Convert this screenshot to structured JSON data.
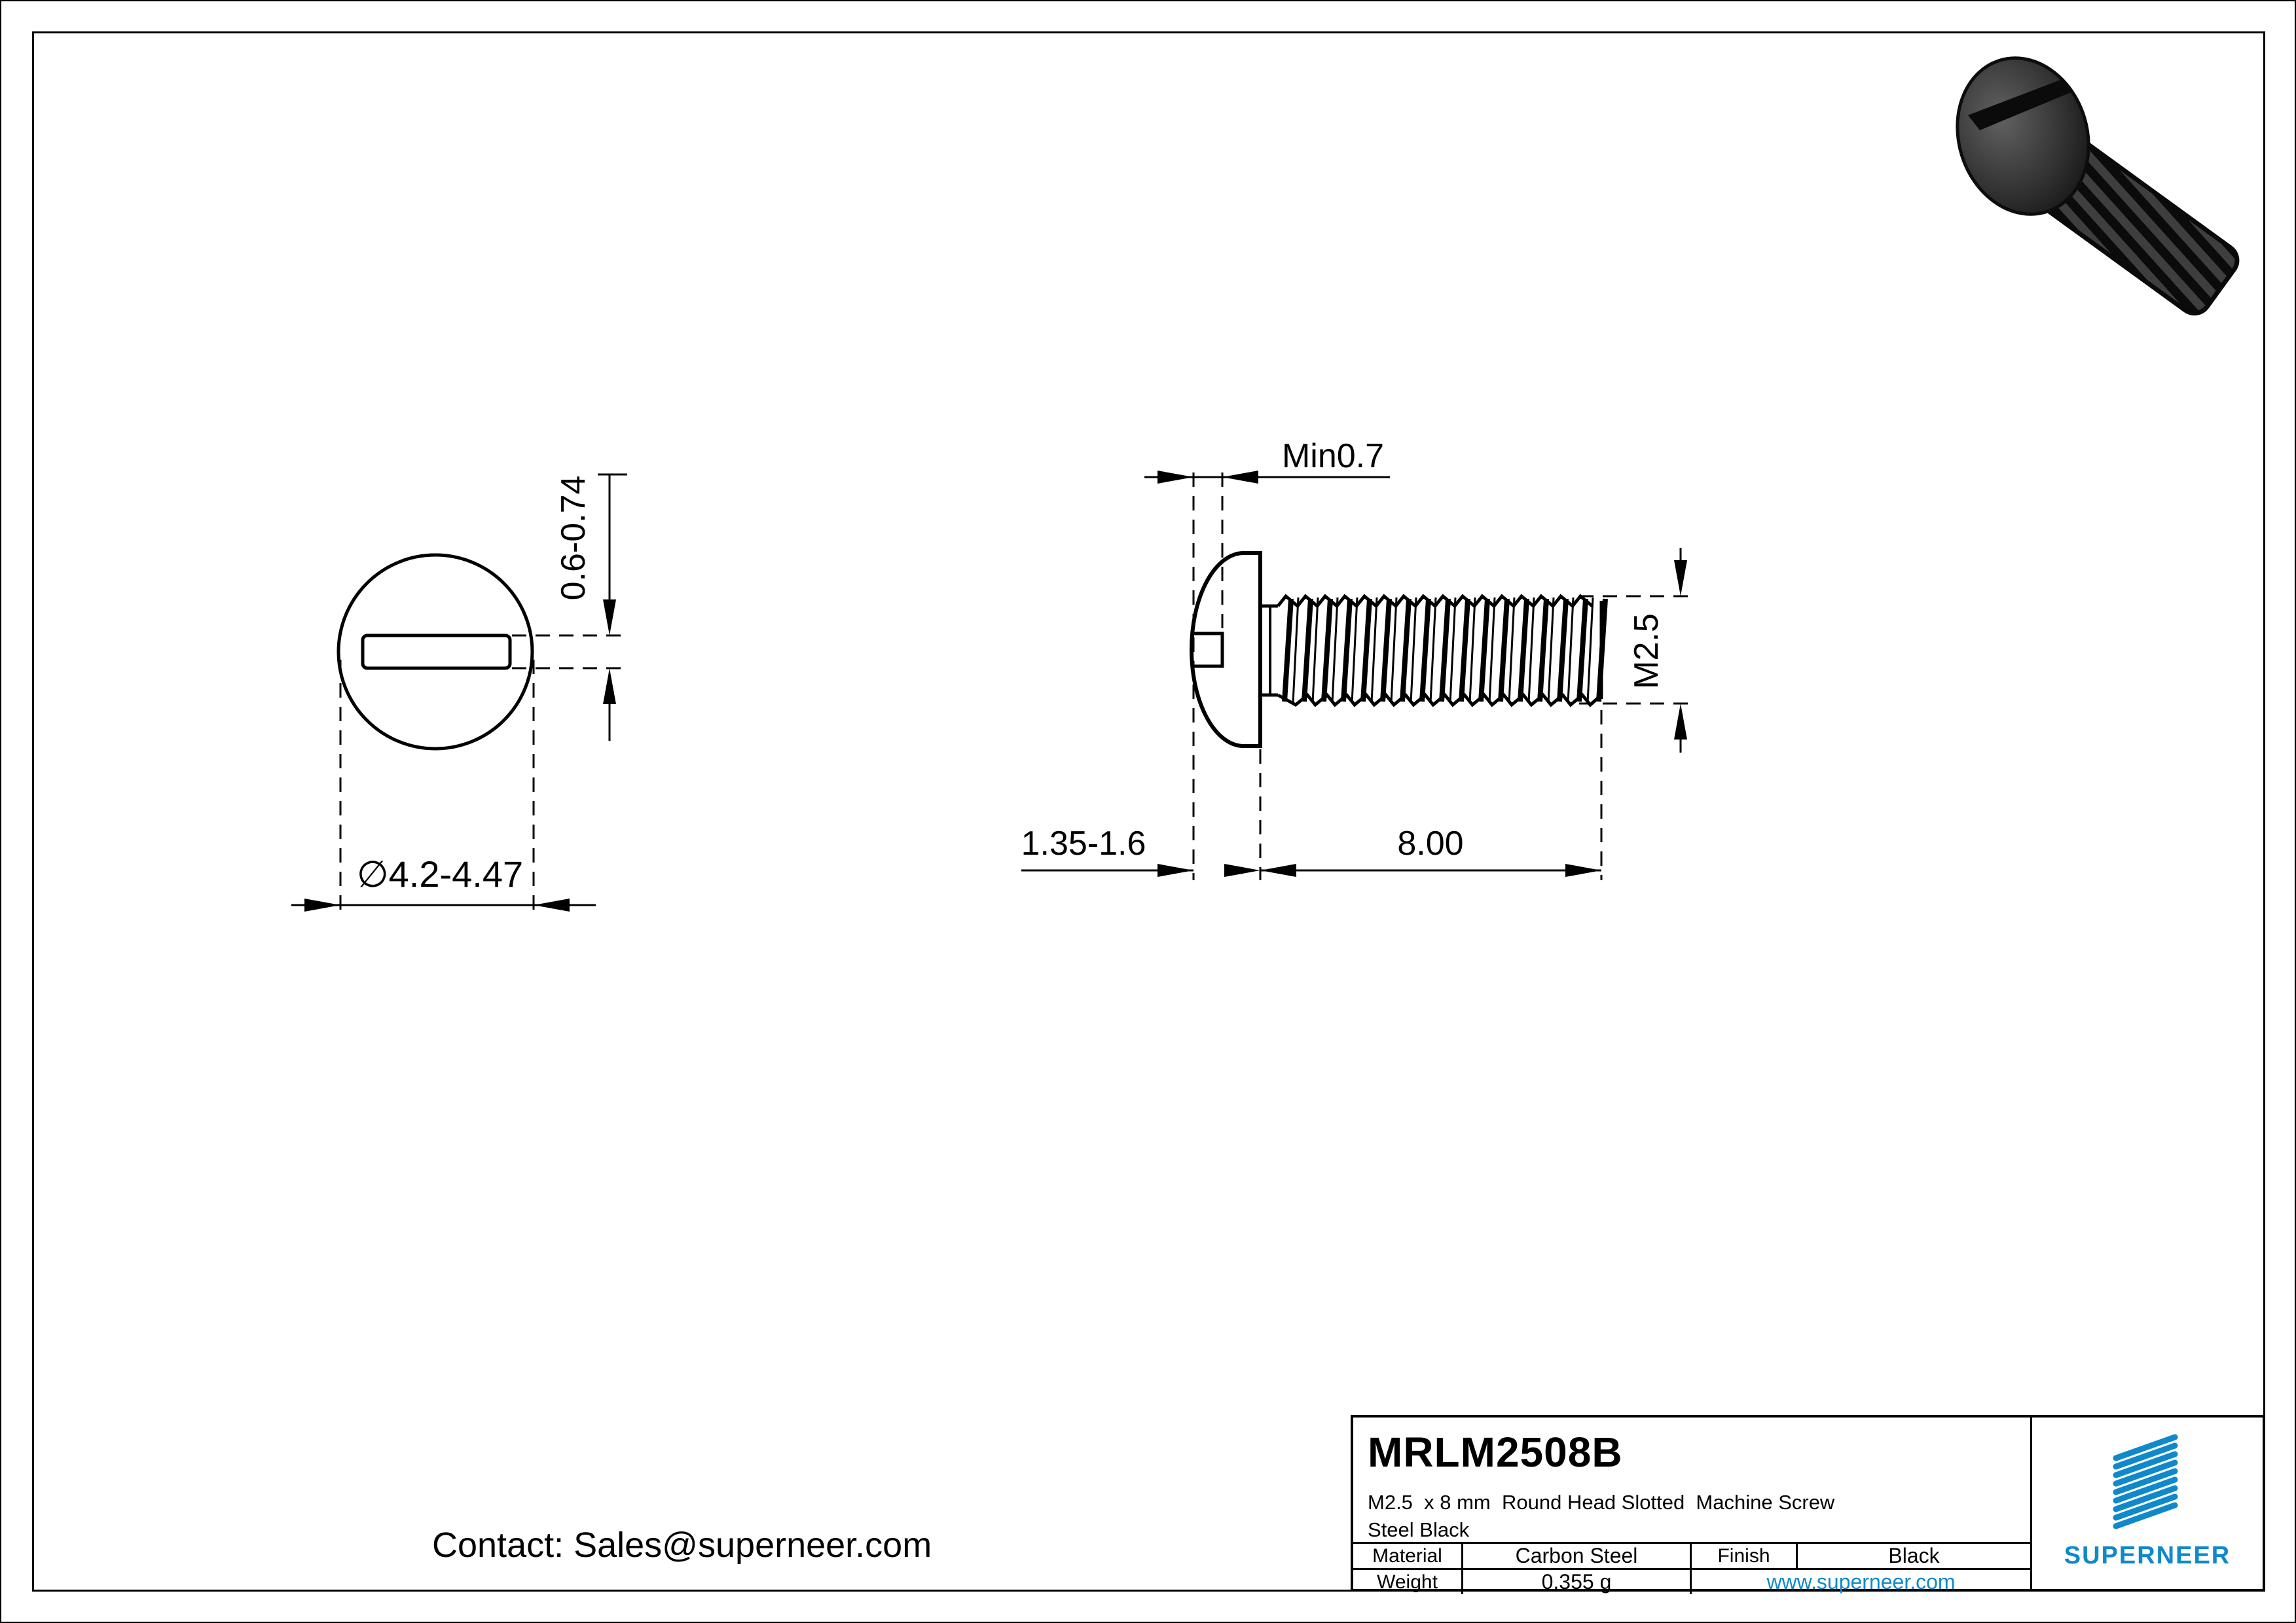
{
  "page": {
    "contact": "Contact: Sales@superneer.com"
  },
  "views": {
    "top_view": {
      "dim_slot_width": "0.6-0.74",
      "dim_head_diameter": "∅4.2-4.47"
    },
    "side_view": {
      "dim_slot_depth": "Min0.7",
      "dim_thread": "M2.5",
      "dim_head_height": "1.35-1.6",
      "dim_length": "8.00"
    }
  },
  "title_block": {
    "part_number": "MRLM2508B",
    "description_line1": "M2.5  x 8 mm  Round Head Slotted  Machine Screw",
    "description_line2": "Steel Black",
    "material_label": "Material",
    "material_value": "Carbon Steel",
    "finish_label": "Finish",
    "finish_value": "Black",
    "weight_label": "Weight",
    "weight_value": "0.355 g",
    "website": "www.superneer.com",
    "brand": "SUPERNEER",
    "brand_color": "#1089ca"
  }
}
